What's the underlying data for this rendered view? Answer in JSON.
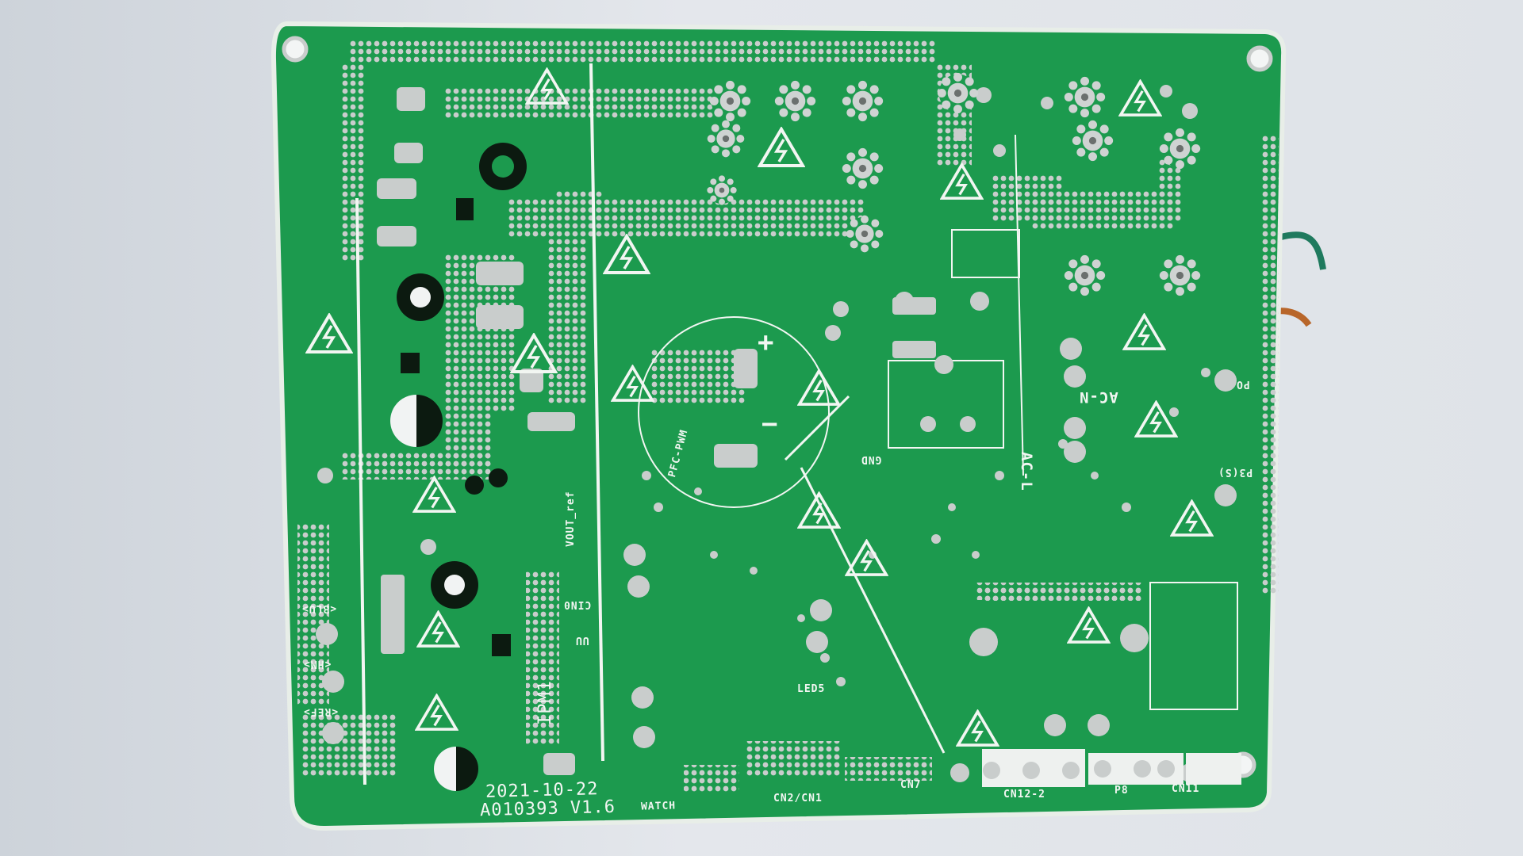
{
  "photo": {
    "subject": "Green printed circuit board, solder side",
    "colors": {
      "background": "#dde1e6",
      "board": "#1c9a4e",
      "board_edge": "#e8eee8",
      "silkscreen": "#f2f6f2",
      "solder": "#c9cdcc",
      "hole": "#0c1a10"
    }
  },
  "board": {
    "date_code": "2021-10-22",
    "part_number": "A010393 V1.6",
    "watch_label": "WATCH",
    "ipm_label": "IPM1",
    "labels": {
      "cn2_cn1": "CN2/CN1",
      "cn7": "CN7",
      "cn12_2": "CN12-2",
      "p8": "P8",
      "cn11": "CN11",
      "ac_n": "AC-N",
      "ac_l": "AC-L",
      "p3s": "P3(S)",
      "po": "PO",
      "led5": "LED5",
      "pfc_pwm": "PFC-PWM",
      "vout_ref": "VOUT_ref",
      "gnd": "GND",
      "cin0": "CIN0",
      "uu": "UU",
      "blu": "<BLU>",
      "hm": "<HM>",
      "ref": "<REF>",
      "plus": "+",
      "minus": "−"
    }
  },
  "icons": {
    "warning": "high-voltage-warning-icon"
  }
}
